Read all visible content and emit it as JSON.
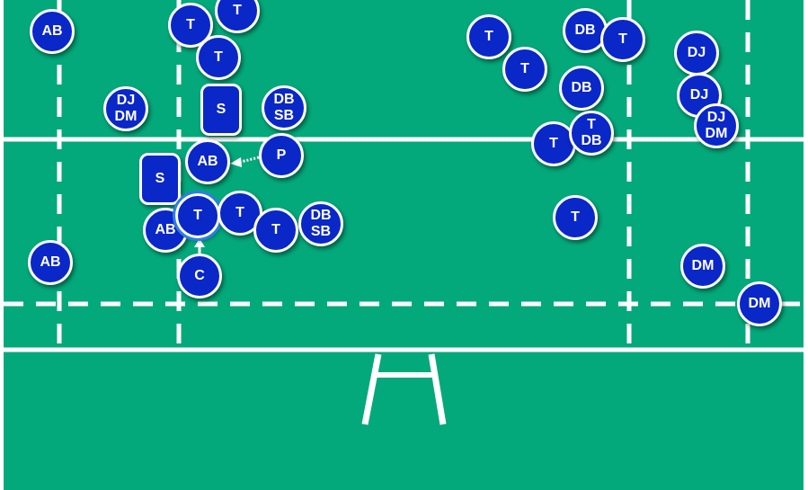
{
  "colors": {
    "field": "#04a97b",
    "line": "#ffffff",
    "player_fill": "#0a27c7",
    "player_border": "#ffffff",
    "highlight_ring": "#2f7de1"
  },
  "players": [
    {
      "id": "ab-top-left",
      "shape": "circle",
      "labels": [
        "AB",
        ""
      ]
    },
    {
      "id": "t-top-1",
      "shape": "circle",
      "labels": [
        "T",
        ""
      ]
    },
    {
      "id": "t-top-2",
      "shape": "circle",
      "labels": [
        "T",
        ""
      ]
    },
    {
      "id": "t-top-3",
      "shape": "circle",
      "labels": [
        "T",
        ""
      ]
    },
    {
      "id": "s-upper",
      "shape": "rect",
      "labels": [
        "S",
        ""
      ]
    },
    {
      "id": "dj-dm-left",
      "shape": "circle",
      "labels": [
        "DJ",
        "DM"
      ]
    },
    {
      "id": "db-sb-upper",
      "shape": "circle",
      "labels": [
        "DB",
        "SB"
      ]
    },
    {
      "id": "p",
      "shape": "circle",
      "labels": [
        "P",
        ""
      ]
    },
    {
      "id": "ab-mid",
      "shape": "circle",
      "labels": [
        "AB",
        ""
      ]
    },
    {
      "id": "s-lower",
      "shape": "rect",
      "labels": [
        "S",
        ""
      ]
    },
    {
      "id": "ab-lower",
      "shape": "circle",
      "labels": [
        "AB",
        ""
      ]
    },
    {
      "id": "t-highlighted",
      "shape": "circle",
      "labels": [
        "T",
        ""
      ],
      "highlight": true
    },
    {
      "id": "t-mid-1",
      "shape": "circle",
      "labels": [
        "T",
        ""
      ]
    },
    {
      "id": "t-mid-2",
      "shape": "circle",
      "labels": [
        "T",
        ""
      ]
    },
    {
      "id": "db-sb-lower",
      "shape": "circle",
      "labels": [
        "DB",
        "SB"
      ]
    },
    {
      "id": "c",
      "shape": "circle",
      "labels": [
        "C",
        ""
      ]
    },
    {
      "id": "ab-bottom-left",
      "shape": "circle",
      "labels": [
        "AB",
        ""
      ]
    },
    {
      "id": "t-right-1",
      "shape": "circle",
      "labels": [
        "T",
        ""
      ]
    },
    {
      "id": "t-right-2",
      "shape": "circle",
      "labels": [
        "T",
        ""
      ]
    },
    {
      "id": "db-right-1",
      "shape": "circle",
      "labels": [
        "DB",
        ""
      ]
    },
    {
      "id": "t-right-3",
      "shape": "circle",
      "labels": [
        "T",
        ""
      ]
    },
    {
      "id": "db-right-2",
      "shape": "circle",
      "labels": [
        "DB",
        ""
      ]
    },
    {
      "id": "t-right-4",
      "shape": "circle",
      "labels": [
        "T",
        ""
      ]
    },
    {
      "id": "t-db-right",
      "shape": "circle",
      "labels": [
        "T",
        "DB"
      ]
    },
    {
      "id": "t-right-5",
      "shape": "circle",
      "labels": [
        "T",
        ""
      ]
    },
    {
      "id": "dj-right-1",
      "shape": "circle",
      "labels": [
        "DJ",
        ""
      ]
    },
    {
      "id": "dj-right-2",
      "shape": "circle",
      "labels": [
        "DJ",
        ""
      ]
    },
    {
      "id": "dj-dm-right",
      "shape": "circle",
      "labels": [
        "DJ",
        "DM"
      ]
    },
    {
      "id": "dm-right-1",
      "shape": "circle",
      "labels": [
        "DM",
        ""
      ]
    },
    {
      "id": "dm-right-2",
      "shape": "circle",
      "labels": [
        "DM",
        ""
      ]
    }
  ]
}
